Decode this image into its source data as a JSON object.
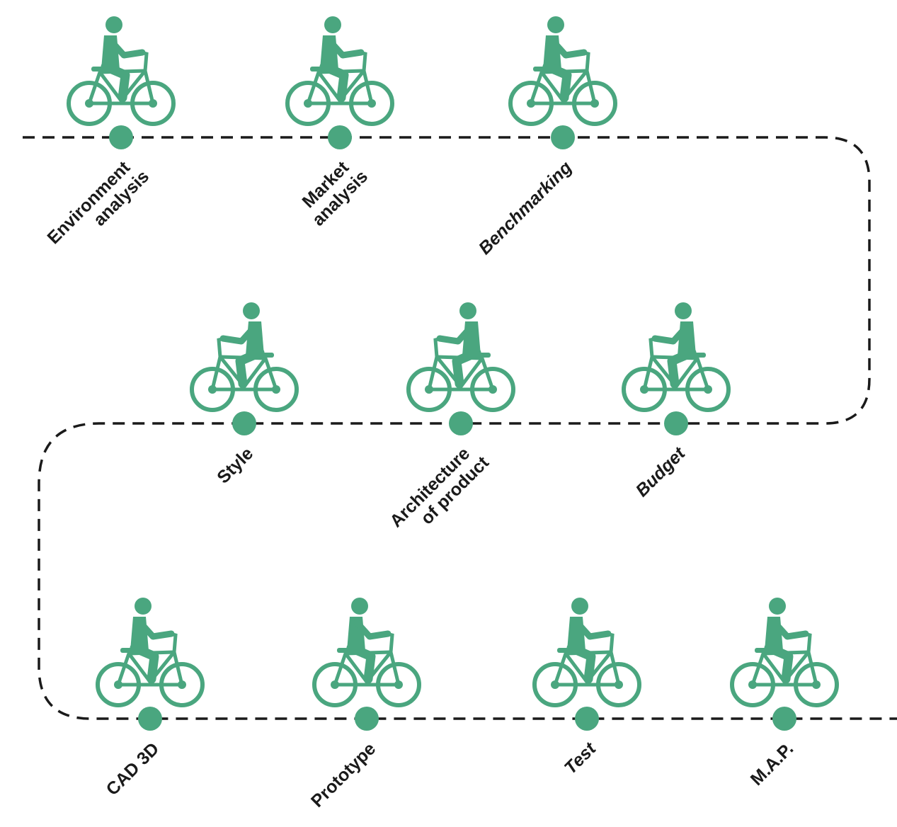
{
  "diagram": {
    "accent_color": "#4aa67f",
    "path_color": "#1a1a1a",
    "icon": "cyclist-icon",
    "steps": [
      {
        "id": "environment-analysis",
        "lines": [
          "Environment",
          "analysis"
        ]
      },
      {
        "id": "market-analysis",
        "lines": [
          "Market",
          "analysis"
        ]
      },
      {
        "id": "benchmarking",
        "lines": [
          "Benchmarking"
        ]
      },
      {
        "id": "style",
        "lines": [
          "Style"
        ]
      },
      {
        "id": "architecture-of-product",
        "lines": [
          "Architecture",
          "of product"
        ]
      },
      {
        "id": "budget",
        "lines": [
          "Budget"
        ]
      },
      {
        "id": "cad-3d",
        "lines": [
          "CAD 3D"
        ]
      },
      {
        "id": "prototype",
        "lines": [
          "Prototype"
        ]
      },
      {
        "id": "test",
        "lines": [
          "Test"
        ]
      },
      {
        "id": "map",
        "lines": [
          "M.A.P."
        ]
      }
    ]
  }
}
